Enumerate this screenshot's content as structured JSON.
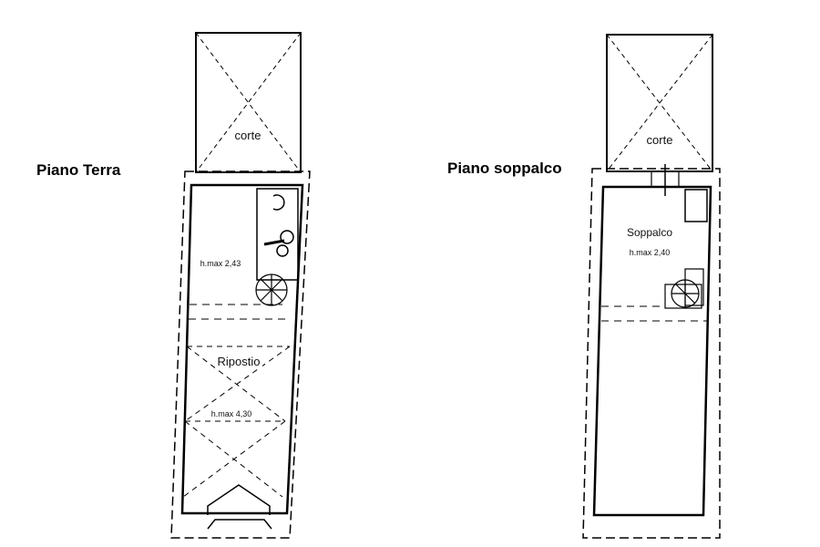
{
  "plans": {
    "ground": {
      "title": "Piano Terra",
      "court_label": "corte",
      "room_height": "h.max 2,43",
      "storage_label": "Ripostio",
      "storage_height": "h.max 4,30"
    },
    "mezzanine": {
      "title": "Piano soppalco",
      "court_label": "corte",
      "room_label": "Soppalco",
      "room_height": "h.max 2,40"
    }
  }
}
